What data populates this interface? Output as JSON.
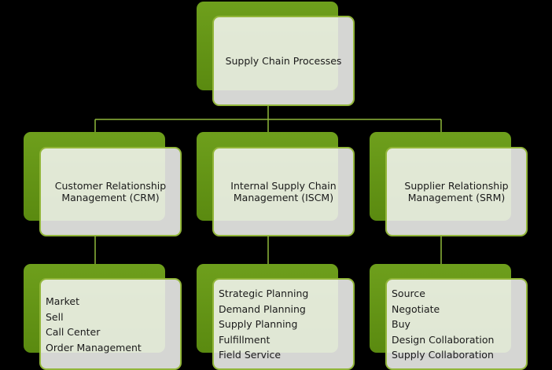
{
  "diagram": {
    "root": {
      "label": "Supply Chain Processes"
    },
    "branches": [
      {
        "title_lines": [
          "Customer Relationship",
          "Management (CRM)"
        ],
        "items": [
          "Market",
          "Sell",
          "Call Center",
          "Order Management"
        ]
      },
      {
        "title_lines": [
          "Internal Supply Chain",
          "Management (ISCM)"
        ],
        "items": [
          "Strategic Planning",
          "Demand Planning",
          "Supply Planning",
          "Fulfillment",
          "Field Service"
        ]
      },
      {
        "title_lines": [
          "Supplier Relationship",
          "Management (SRM)"
        ],
        "items": [
          "Source",
          "Negotiate",
          "Buy",
          "Design Collaboration",
          "Supply Collaboration"
        ]
      }
    ]
  },
  "colors": {
    "background": "#000000",
    "accent_green": "#6e9f1c",
    "connector": "#8fb83a",
    "box_fill": "#f3f4f0",
    "text": "#1a1a1a"
  }
}
